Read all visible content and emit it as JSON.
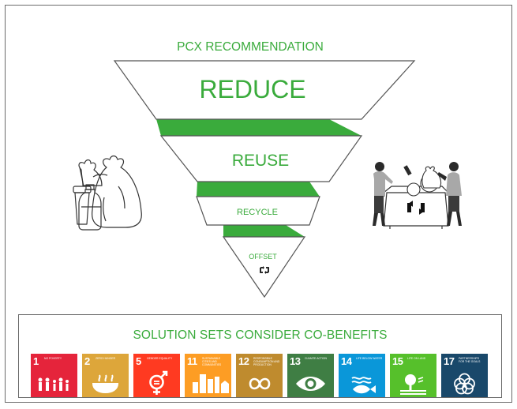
{
  "pyramid": {
    "heading": "PCX RECOMMENDATION",
    "levels": [
      {
        "label": "REDUCE"
      },
      {
        "label": "REUSE"
      },
      {
        "label": "RECYCLE"
      },
      {
        "label": "OFFSET"
      }
    ],
    "accent_color": "#3aab3c"
  },
  "icons": {
    "left": "waste-bags-and-bottles-icon",
    "right": "people-recycling-dumpster-icon",
    "recycle": "recycle-symbol-icon"
  },
  "sdg": {
    "title": "SOLUTION SETS CONSIDER CO-BENEFITS",
    "goals": [
      {
        "number": "1",
        "label": "NO POVERTY",
        "color": "#e5243b",
        "icon": "family-icon"
      },
      {
        "number": "2",
        "label": "ZERO HUNGER",
        "color": "#dda63a",
        "icon": "bowl-icon"
      },
      {
        "number": "5",
        "label": "GENDER EQUALITY",
        "color": "#ff3a21",
        "icon": "gender-equality-icon"
      },
      {
        "number": "11",
        "label": "SUSTAINABLE CITIES AND COMMUNITIES",
        "color": "#fd9d24",
        "icon": "city-buildings-icon"
      },
      {
        "number": "12",
        "label": "RESPONSIBLE CONSUMPTION AND PRODUCTION",
        "color": "#bf8b2e",
        "icon": "infinity-icon"
      },
      {
        "number": "13",
        "label": "CLIMATE ACTION",
        "color": "#3f7e44",
        "icon": "eye-globe-icon"
      },
      {
        "number": "14",
        "label": "LIFE BELOW WATER",
        "color": "#0a97d9",
        "icon": "fish-icon"
      },
      {
        "number": "15",
        "label": "LIFE ON LAND",
        "color": "#56c02b",
        "icon": "tree-icon"
      },
      {
        "number": "17",
        "label": "PARTNERSHIPS FOR THE GOALS",
        "color": "#19486a",
        "icon": "linked-rings-icon"
      }
    ]
  }
}
